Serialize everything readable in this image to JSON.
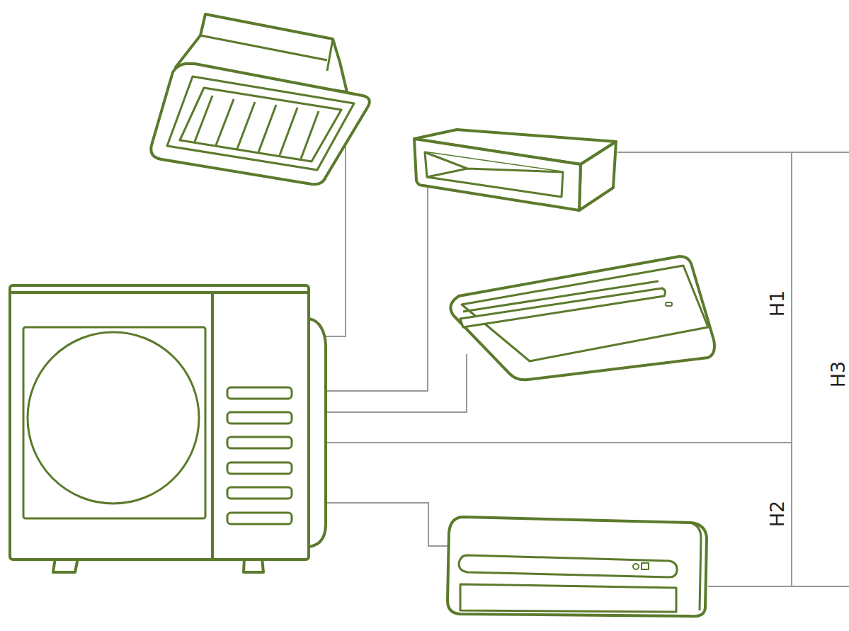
{
  "diagram": {
    "labels": [
      "H1",
      "H2",
      "H3"
    ]
  }
}
